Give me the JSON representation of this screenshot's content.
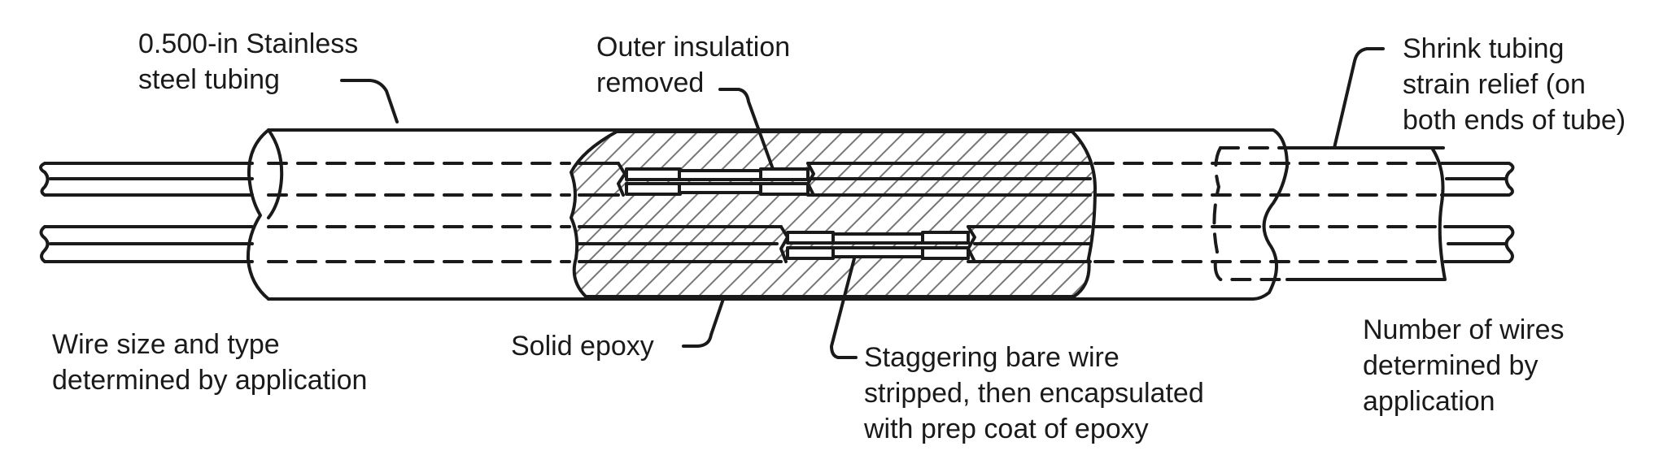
{
  "colors": {
    "ink": "#1a1a1a",
    "hatch": "#777777",
    "background": "#ffffff"
  },
  "labels": {
    "tubing": [
      "0.500-in Stainless",
      "steel tubing"
    ],
    "insulation": [
      "Outer insulation",
      "removed"
    ],
    "shrink": [
      "Shrink tubing",
      "strain relief (on",
      "both ends of tube)"
    ],
    "wire_size": [
      "Wire size and type",
      "determined by application"
    ],
    "epoxy": [
      "Solid epoxy"
    ],
    "stagger": [
      "Staggering bare wire",
      "stripped, then encapsulated",
      "with prep coat of epoxy"
    ],
    "num_wires": [
      "Number of wires",
      "determined by",
      "application"
    ]
  }
}
